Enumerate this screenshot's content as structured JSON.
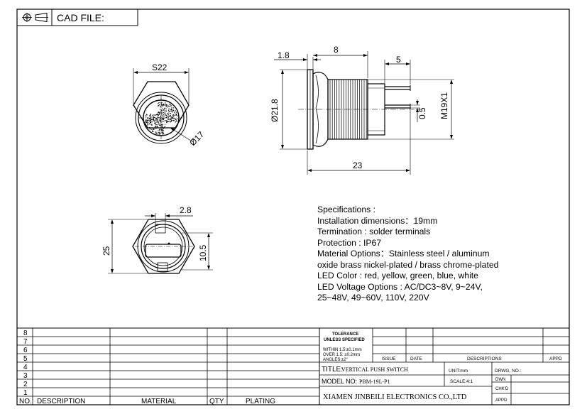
{
  "header": {
    "cad_label": "CAD FILE:"
  },
  "front_view": {
    "hex_size": "S22",
    "diameter": "Ø17"
  },
  "side_view": {
    "dim_top_small": "1.8",
    "dim_top_mid": "8",
    "dim_top_right": "5",
    "dim_dia": "Ø21.8",
    "dim_terminal": "0.5",
    "dim_thread": "M19X1",
    "dim_length": "23"
  },
  "rear_view": {
    "dim_slot": "2.8",
    "dim_height": "25",
    "dim_inner": "10.5"
  },
  "specifications": {
    "lines": [
      "Specifications :",
      "Installation dimensions：19mm",
      "Termination : solder terminals",
      "Protection : IP67",
      "Material Options：Stainless steel / aluminum",
      "oxide brass nickel-plated / brass chrome-plated",
      "LED Color : red, yellow, green, blue, white",
      "LED  Voltage  Options  :  AC/DC3~8V,  9~24V,",
      "25~48V,  49~60V,  110V,  220V"
    ]
  },
  "title_block": {
    "row_numbers": [
      "8",
      "7",
      "6",
      "5",
      "4",
      "3",
      "2",
      "1"
    ],
    "headers": {
      "no": "NO.",
      "description": "DESCRIPTION",
      "material": "MATERIAL",
      "qty": "QTY",
      "plating": "PLATING"
    },
    "tolerance_l1": "TOLERANCE",
    "tolerance_l2": "UNLESS  SPECIFIED",
    "within": "WITHIN  1.5:±0.1mm",
    "over": "OVER  1.5:  ±0.2mm",
    "angles": "ANGLES:±2°",
    "issue": "ISSUE",
    "date": "DATE",
    "descriptions": "DESCRIPTIONS",
    "appd_top": "APPD",
    "title_label": "TITLE:",
    "title_value": "VERTICAL PUSH SWITCH",
    "unit": "UNIT:mm",
    "drwg_no": "DRWG. NO.:",
    "model_label": "MODEL NO:",
    "model_value": "PBM-19L-P1",
    "scale": "SCALE:4:1",
    "dwn": "DWN",
    "chkd": "CHK'D",
    "appd": "APPD",
    "company": "XIAMEN JINBEILI ELECTRONICS CO.,LTD"
  }
}
